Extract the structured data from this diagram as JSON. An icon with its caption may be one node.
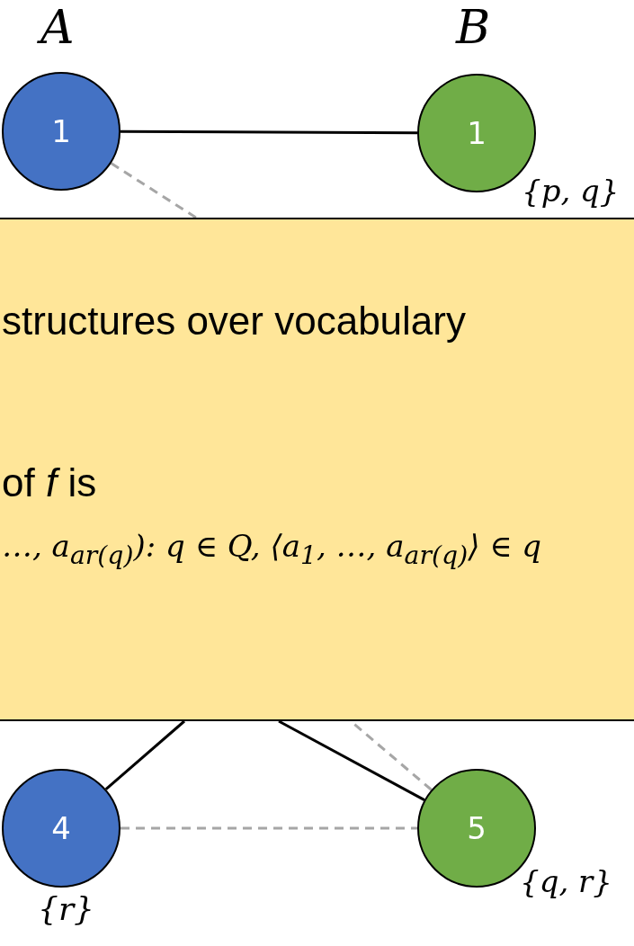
{
  "diagram": {
    "nodes": [
      {
        "text": [
          "1"
        ],
        "beside": [
          "A"
        ]
      },
      {
        "text": [
          "1"
        ],
        "beside": [
          "B",
          "{p, q}"
        ]
      },
      {
        "text": [
          "structures over vocabulary",
          "of *f* is",
          "…, a$_{ar(q)}$): q ∈ Q, ⟨a$_{1}$, …, a$_{ar(q)}$⟩ ∈ q"
        ]
      },
      {
        "text": [
          "4"
        ],
        "beside": [
          "{r}"
        ]
      },
      {
        "text": [
          "5"
        ],
        "beside": [
          "{q, r}"
        ]
      }
    ],
    "edges": [
      {
        "from": 0,
        "to": 1,
        "arrow": "none"
      },
      {
        "from": 0,
        "to": 2,
        "arrow": "none",
        "style": "dashed",
        "color": "#a6a6a6"
      },
      {
        "from": 3,
        "to": 2,
        "arrow": "none"
      },
      {
        "from": 4,
        "to": 2,
        "arrow": "none"
      },
      {
        "from": 4,
        "to": 2,
        "arrow": "none",
        "style": "dashed",
        "color": "#a6a6a6"
      },
      {
        "from": 3,
        "to": 4,
        "arrow": "none",
        "style": "dashed",
        "color": "#a6a6a6"
      }
    ]
  }
}
